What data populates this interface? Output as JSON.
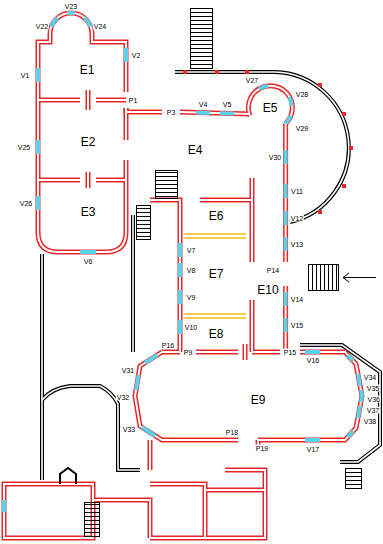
{
  "diagram": {
    "labels": [
      "V23",
      "V22",
      "V24",
      "V2",
      "V1",
      "E1",
      "P1",
      "P3",
      "V4",
      "V5",
      "V27",
      "E5",
      "V28",
      "V29",
      "V30",
      "E2",
      "V25",
      "E4",
      "V26",
      "E3",
      "V6",
      "E6",
      "V11",
      "V12",
      "V13",
      "P14",
      "E10",
      "V14",
      "V15",
      "V7",
      "V8",
      "E7",
      "V9",
      "V10",
      "E8",
      "P16",
      "P9",
      "P15",
      "V16",
      "V31",
      "V32",
      "E9",
      "V33",
      "V34",
      "V35",
      "V36",
      "V37",
      "V38",
      "P18",
      "P19",
      "V17"
    ]
  }
}
